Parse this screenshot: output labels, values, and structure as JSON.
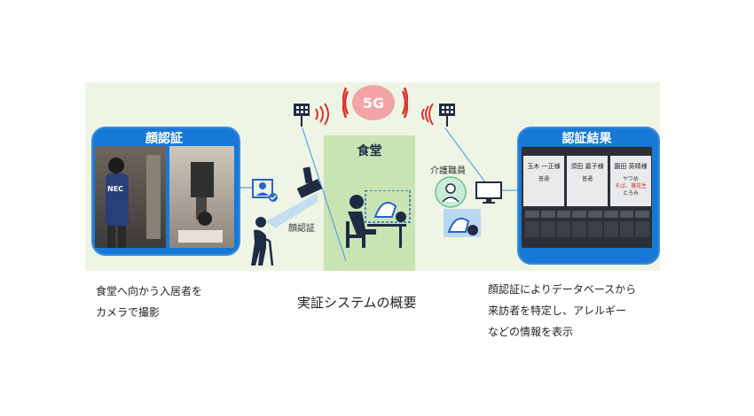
{
  "network": {
    "label": "5G"
  },
  "left_panel": {
    "title": "顔認証"
  },
  "right_panel": {
    "title": "認証結果",
    "cards": [
      {
        "name": "玉木 一正様",
        "desc": [
          "普通"
        ]
      },
      {
        "name": "須田 嘉子様",
        "desc": [
          "普通"
        ]
      },
      {
        "name": "園田 英晴様",
        "desc": [
          "ヤワめ",
          "そば、落花生",
          "とろみ"
        ]
      }
    ]
  },
  "center": {
    "title": "食堂"
  },
  "labels": {
    "face_auth": "顔認証",
    "care_staff": "介護職員"
  },
  "photo": {
    "vest_text": "NEC"
  },
  "captions": {
    "left_line1": "食堂へ向かう入居者を",
    "left_line2": "カメラで撮影",
    "center": "実証システムの概要",
    "right_line1": "顔認証によりデータベースから",
    "right_line2": "来訪者を特定し、アレルギー",
    "right_line3": "などの情報を表示"
  },
  "colors": {
    "panel_blue": "#1779d6",
    "icon_blue": "#2864c8",
    "signal_red": "#e0312b",
    "fiveg_pink": "#f2a3a6",
    "dining_green": "#c9e4b3"
  }
}
